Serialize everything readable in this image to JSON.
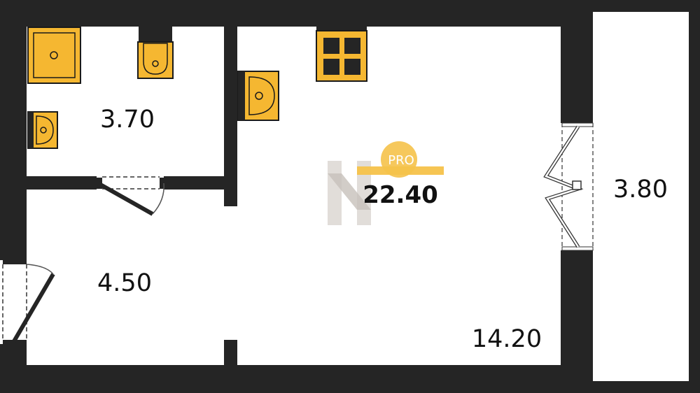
{
  "plan": {
    "total_area": "22.40",
    "rooms": [
      {
        "id": "bathroom",
        "area": "3.70"
      },
      {
        "id": "hallway",
        "area": "4.50"
      },
      {
        "id": "living-room",
        "area": "14.20"
      },
      {
        "id": "balcony",
        "area": "3.80"
      }
    ],
    "watermark": {
      "badge": "PRO"
    }
  },
  "colors": {
    "wall": "#252525",
    "fixture": "#F5B731",
    "fixture_stroke": "#1a1a1a",
    "watermark_grey": "#d9d5d0",
    "watermark_orange": "#F5C24A"
  },
  "icons": [
    "shower-tray-icon",
    "toilet-icon",
    "washbasin-icon",
    "stove-icon",
    "sink-icon",
    "door-swing-icon",
    "balcony-door-icon"
  ]
}
